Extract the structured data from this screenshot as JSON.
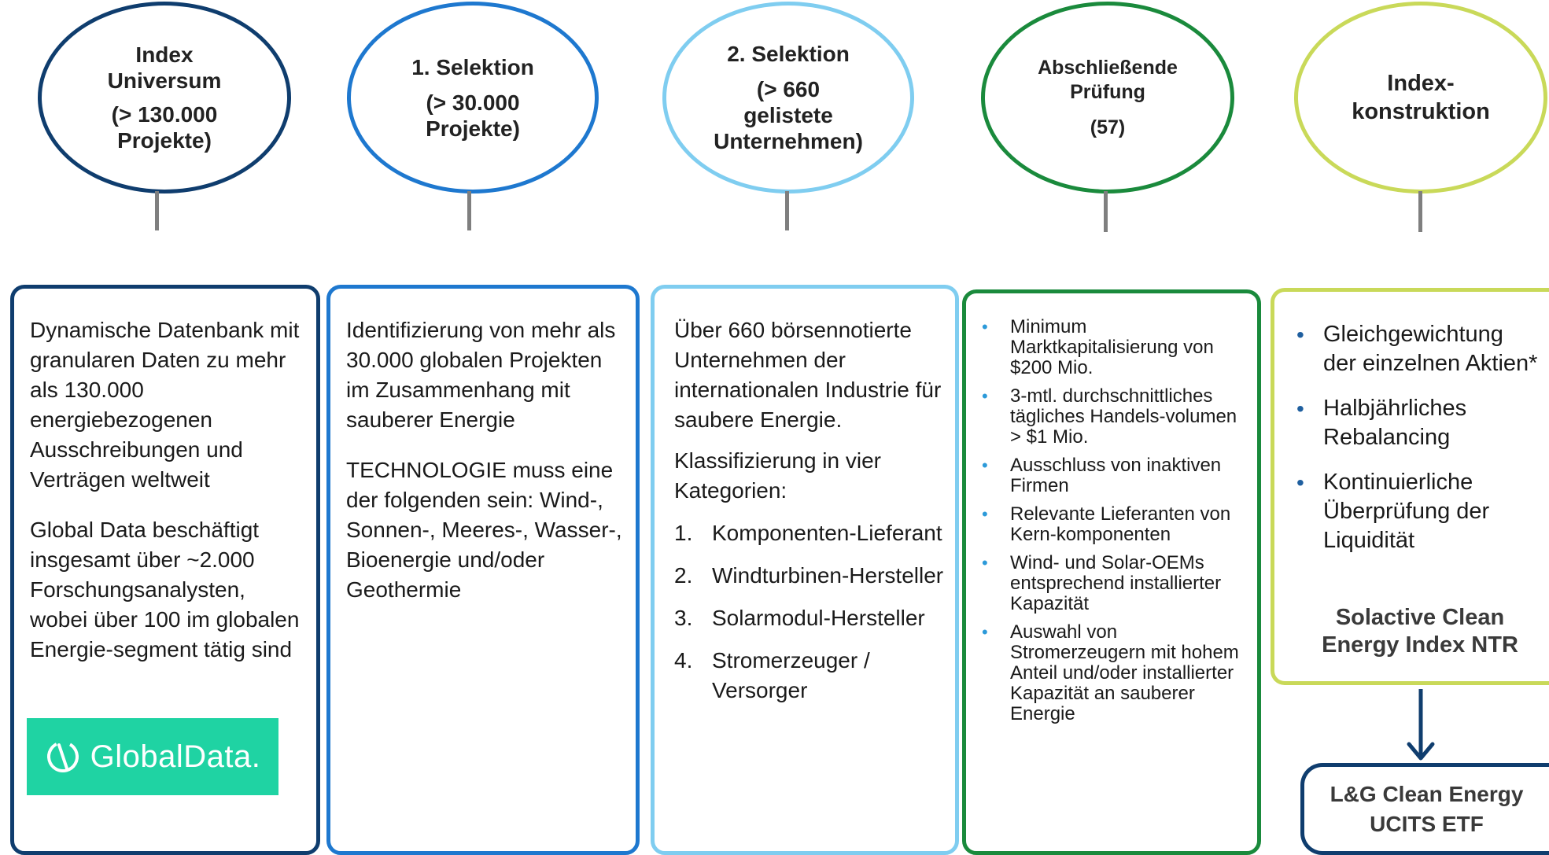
{
  "colors": {
    "col1": "#0f3d6e",
    "col2": "#1e78cf",
    "col3": "#7fcdf0",
    "col4": "#1a8a3c",
    "col5": "#c9d959",
    "connector": "#7f7f7f",
    "bullet_blue": "#2c9ad9",
    "logo_green": "#1fd3a3"
  },
  "columns": [
    {
      "circle_lines": [
        "Index",
        "Universum",
        "(> 130.000",
        "Projekte)"
      ],
      "box_paragraphs": [
        "Dynamische Datenbank mit granularen Daten zu mehr als 130.000 energiebezogenen Ausschreibungen und Verträgen weltweit",
        "Global Data beschäftigt insgesamt über ~2.000 Forschungsanalysten, wobei über 100 im globalen Energie-segment tätig sind"
      ],
      "logo_text": "GlobalData."
    },
    {
      "circle_lines": [
        "1. Selektion",
        "(> 30.000",
        "Projekte)"
      ],
      "box_paragraphs": [
        "Identifizierung von mehr als 30.000 globalen Projekten im Zusammenhang mit sauberer Energie",
        "TECHNOLOGIE muss eine der folgenden sein: Wind-, Sonnen-, Meeres-, Wasser-, Bioenergie und/oder Geothermie"
      ]
    },
    {
      "circle_lines": [
        "2. Selektion",
        "(> 660",
        "gelistete",
        "Unternehmen)"
      ],
      "box_paragraphs": [
        "Über 660 börsennotierte Unternehmen der internationalen Industrie für saubere Energie.",
        "Klassifizierung in vier Kategorien:"
      ],
      "categories": [
        {
          "num": "1.",
          "label": "Komponenten-Lieferant"
        },
        {
          "num": "2.",
          "label": "Windturbinen-Hersteller"
        },
        {
          "num": "3.",
          "label": "Solarmodul-Hersteller"
        },
        {
          "num": "4.",
          "label": "Stromerzeuger / Versorger"
        }
      ]
    },
    {
      "circle_lines": [
        "Abschließende",
        "Prüfung",
        "(57)"
      ],
      "bullets": [
        "Minimum Marktkapitalisierung von $200 Mio.",
        "3-mtl. durchschnittliches tägliches Handels-volumen > $1 Mio.",
        "Ausschluss von inaktiven Firmen",
        "Relevante Lieferanten von Kern-komponenten",
        "Wind- und Solar-OEMs entsprechend installierter Kapazität",
        "Auswahl von Stromerzeugern mit hohem Anteil und/oder installierter Kapazität an sauberer Energie"
      ]
    },
    {
      "circle_lines": [
        "Index-",
        "konstruktion"
      ],
      "bullets": [
        "Gleichgewichtung der einzelnen Aktien*",
        "Halbjährliches Rebalancing",
        "Kontinuierliche Überprüfung der Liquidität"
      ],
      "index_name": "Solactive Clean Energy Index NTR",
      "etf_name": "L&G Clean Energy UCITS ETF"
    }
  ]
}
